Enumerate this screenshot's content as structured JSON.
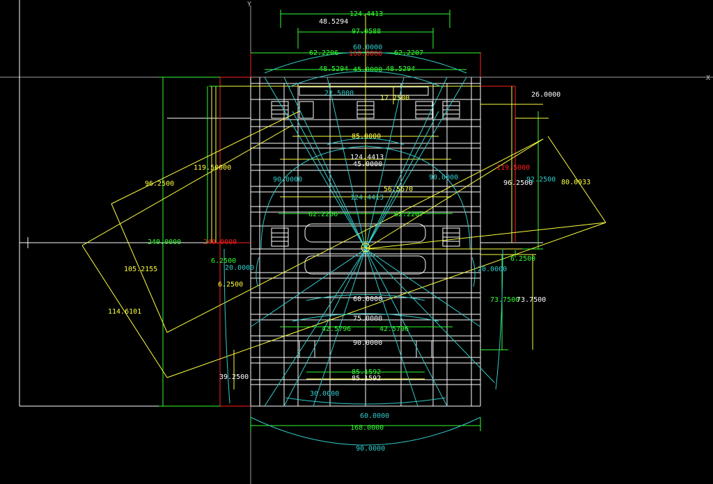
{
  "axes": {
    "x_label": "X",
    "y_label": "Y"
  },
  "colors": {
    "background": "#000000",
    "white": "#ffffff",
    "yellow": "#ffff40",
    "green": "#33ff33",
    "cyan": "#33cccc",
    "red": "#ff2020",
    "grey": "#a0a0a0"
  },
  "dimensions": [
    {
      "text": "124.4413",
      "color": "green"
    },
    {
      "text": "48.5294",
      "color": "white"
    },
    {
      "text": "97.0588",
      "color": "green"
    },
    {
      "text": "60.0000",
      "color": "cyan"
    },
    {
      "text": "62.2206",
      "color": "green"
    },
    {
      "text": "160.0000",
      "color": "red"
    },
    {
      "text": "62.2207",
      "color": "green"
    },
    {
      "text": "48.5294",
      "color": "green"
    },
    {
      "text": "45.0000",
      "color": "green"
    },
    {
      "text": "48.5294",
      "color": "green"
    },
    {
      "text": "26.0000",
      "color": "white"
    },
    {
      "text": "22.5000",
      "color": "cyan"
    },
    {
      "text": "17.2500",
      "color": "yellow"
    },
    {
      "text": "85.0000",
      "color": "yellow"
    },
    {
      "text": "124.4413",
      "color": "white"
    },
    {
      "text": "45.0000",
      "color": "white"
    },
    {
      "text": "119.50000",
      "color": "yellow"
    },
    {
      "text": "96.2500",
      "color": "yellow"
    },
    {
      "text": "90.0000",
      "color": "cyan"
    },
    {
      "text": "90.0000",
      "color": "cyan"
    },
    {
      "text": "56.5670",
      "color": "yellow"
    },
    {
      "text": "119.5000",
      "color": "red"
    },
    {
      "text": "96.2500",
      "color": "white"
    },
    {
      "text": "92.2500",
      "color": "cyan"
    },
    {
      "text": "80.0933",
      "color": "yellow"
    },
    {
      "text": "124.4413",
      "color": "cyan"
    },
    {
      "text": "62.2206",
      "color": "green"
    },
    {
      "text": "62.2207",
      "color": "green"
    },
    {
      "text": "240.0000",
      "color": "green"
    },
    {
      "text": "240.0000",
      "color": "red"
    },
    {
      "text": "105.2155",
      "color": "yellow"
    },
    {
      "text": "6.2500",
      "color": "green"
    },
    {
      "text": "20.0000",
      "color": "cyan"
    },
    {
      "text": "6.2500",
      "color": "yellow"
    },
    {
      "text": "6.2500",
      "color": "green"
    },
    {
      "text": "20.0000",
      "color": "cyan"
    },
    {
      "text": "114.6101",
      "color": "yellow"
    },
    {
      "text": "60.0000",
      "color": "white"
    },
    {
      "text": "73.7500",
      "color": "green"
    },
    {
      "text": "73.7500",
      "color": "white"
    },
    {
      "text": "75.0000",
      "color": "white"
    },
    {
      "text": "42.5796",
      "color": "green"
    },
    {
      "text": "42.5796",
      "color": "green"
    },
    {
      "text": "90.0000",
      "color": "white"
    },
    {
      "text": "39.2500",
      "color": "white"
    },
    {
      "text": "85.1592",
      "color": "green"
    },
    {
      "text": "85.1592",
      "color": "white"
    },
    {
      "text": "30.0000",
      "color": "cyan"
    },
    {
      "text": "60.0000",
      "color": "cyan"
    },
    {
      "text": "168.0000",
      "color": "green"
    },
    {
      "text": "90.0000",
      "color": "cyan"
    }
  ]
}
